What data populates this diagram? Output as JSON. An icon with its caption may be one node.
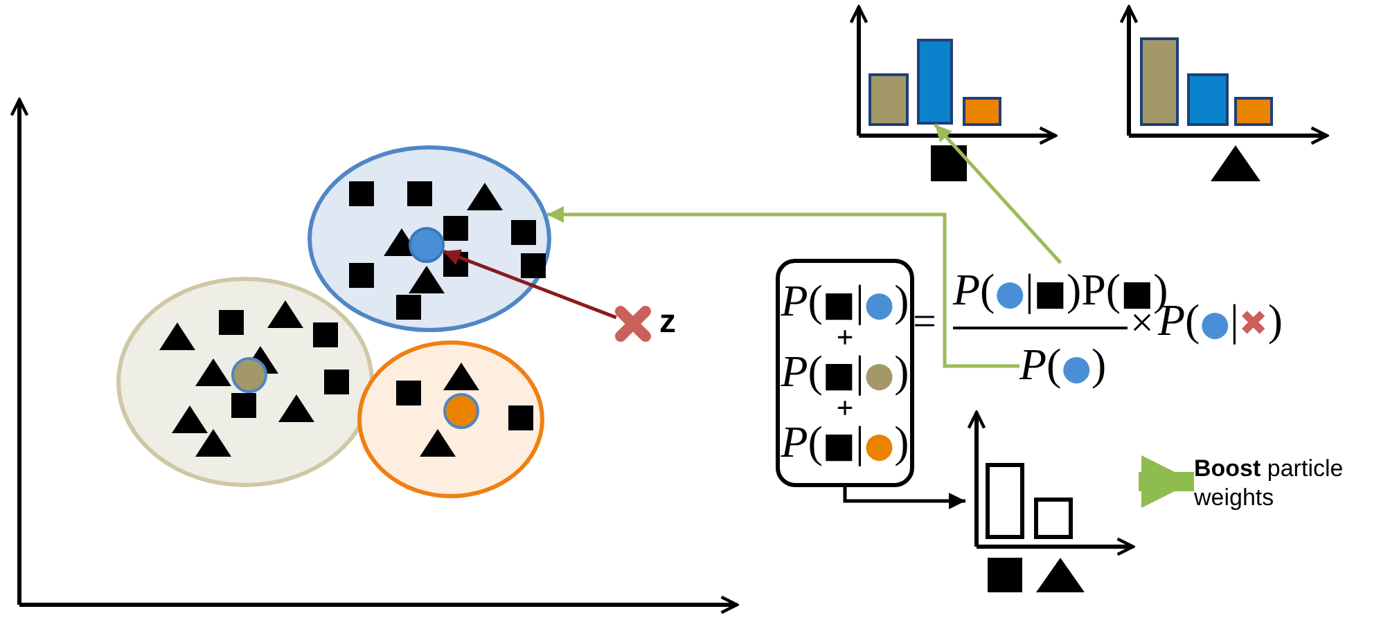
{
  "diagram": {
    "nodes": [
      {
        "text": [],
        "shape": "bar"
      },
      {
        "text": [],
        "shape": "ellipse"
      },
      {
        "text": [],
        "shape": "circle",
        "in": 1
      },
      {
        "text": [],
        "shape": "ellipse"
      },
      {
        "text": [],
        "shape": "circle",
        "in": 3
      },
      {
        "text": [],
        "shape": "ellipse"
      },
      {
        "text": [],
        "shape": "circle",
        "in": 5
      },
      {
        "text": [],
        "shape": "cross",
        "beside": [
          "z"
        ]
      },
      {
        "text": [
          "P(●|■)P(■)"
        ]
      },
      {
        "text": [
          "P(●)"
        ]
      },
      {
        "text": [
          "P(■|●)",
          "+",
          "P(■|●)",
          "+",
          "P(■|●)"
        ]
      },
      {
        "text": [],
        "shape": "picture"
      },
      {
        "text": [
          "**Boost** particle weights"
        ]
      }
    ],
    "edges": [
      {
        "from": 7,
        "to": 2,
        "arrow": "to",
        "color": "#8b1a1a"
      },
      {
        "from": 8,
        "to": 0,
        "arrow": "to",
        "color": "#9bbb59"
      },
      {
        "from": 9,
        "to": 1,
        "arrow": "to",
        "color": "#9bbb59"
      },
      {
        "from": 10,
        "to": 11,
        "arrow": "to",
        "color": "#000000"
      },
      {
        "from": 11,
        "to": 12,
        "arrow": "to",
        "style": "thick",
        "color": "#8fbc4f"
      }
    ],
    "labels": [
      "=",
      "×",
      "P(●|✖)"
    ]
  }
}
